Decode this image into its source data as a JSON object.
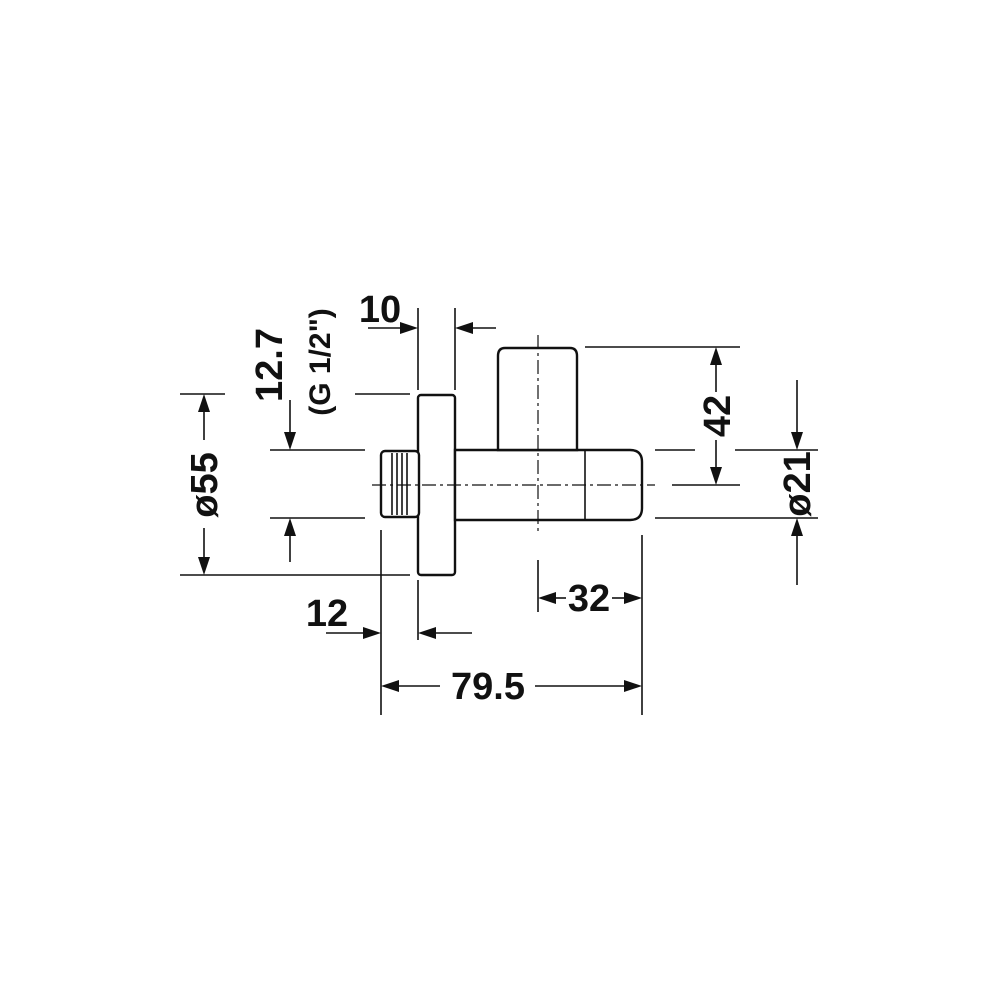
{
  "drawing": {
    "dimensions": {
      "flange_thickness": "10",
      "thread_length": "12.7",
      "thread_spec": "(G 1/2\")",
      "flange_diameter": "ø55",
      "pipe_diameter": "ø21",
      "valve_height": "42",
      "outlet_offset": "32",
      "thread_part": "12",
      "overall_length": "79.5"
    }
  }
}
